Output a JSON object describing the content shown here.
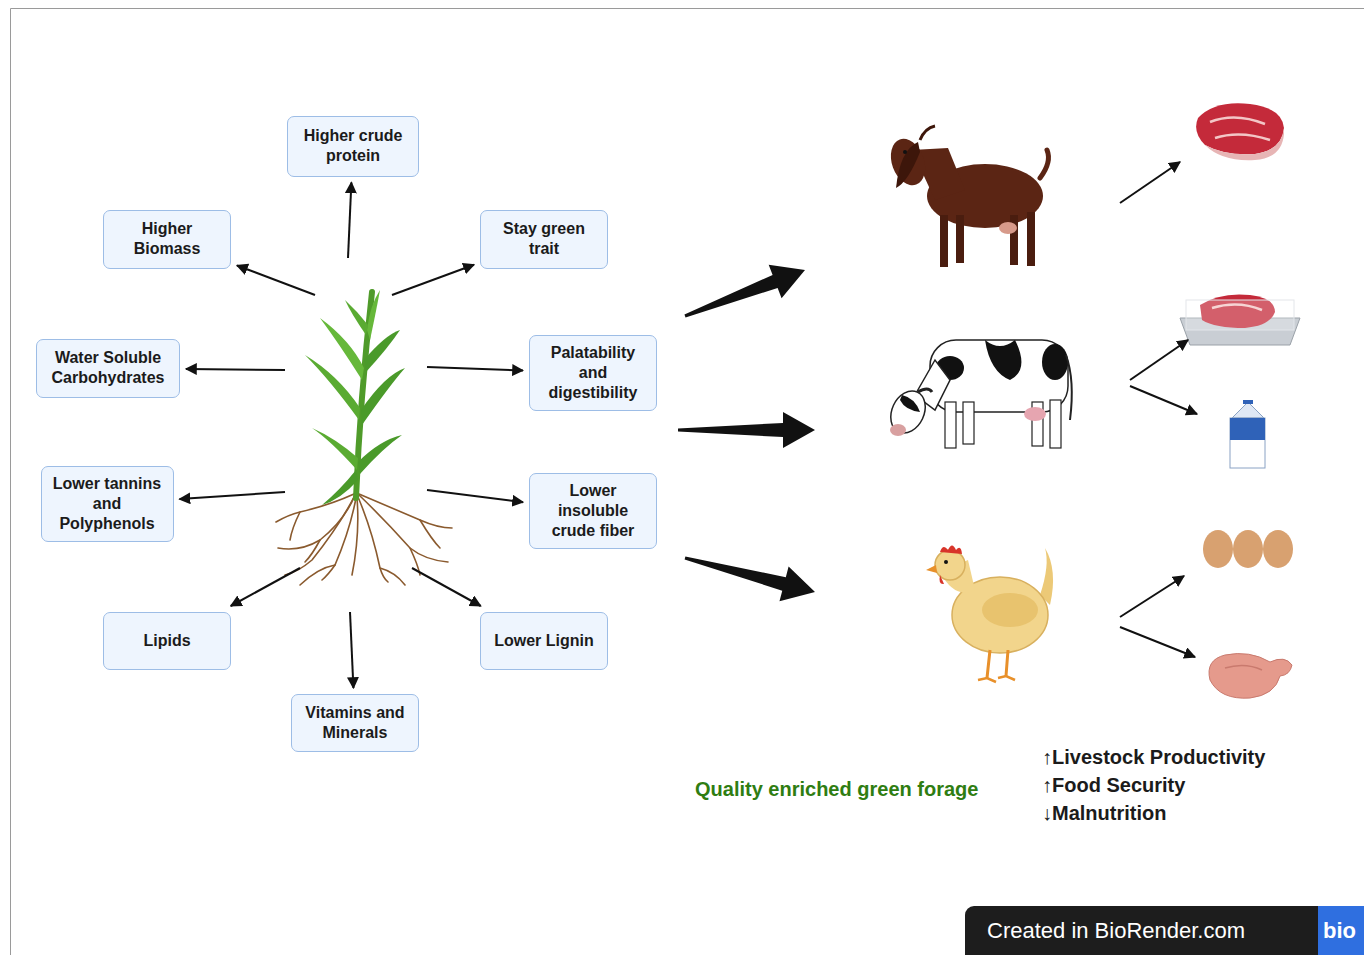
{
  "diagram": {
    "nodes": [
      {
        "text": [
          "Higher crude protein"
        ]
      },
      {
        "text": [
          "Higher Biomass"
        ]
      },
      {
        "text": [
          "Stay green trait"
        ]
      },
      {
        "text": [
          "Water Soluble Carbohydrates"
        ]
      },
      {
        "text": [
          "Palatability and digestibility"
        ]
      },
      {
        "text": [
          "Lower tannins and Polyphenols"
        ]
      },
      {
        "text": [
          "Lower insoluble crude fiber"
        ]
      },
      {
        "text": [
          "Lipids"
        ]
      },
      {
        "text": [
          "Lower Lignin"
        ]
      },
      {
        "text": [
          "Vitamins and Minerals"
        ]
      }
    ],
    "labels": [
      "Quality enriched green forage",
      "↑Livestock Productivity",
      "↑Food Security",
      "↓Malnutrition",
      "Created in BioRender.com",
      "bio"
    ]
  }
}
